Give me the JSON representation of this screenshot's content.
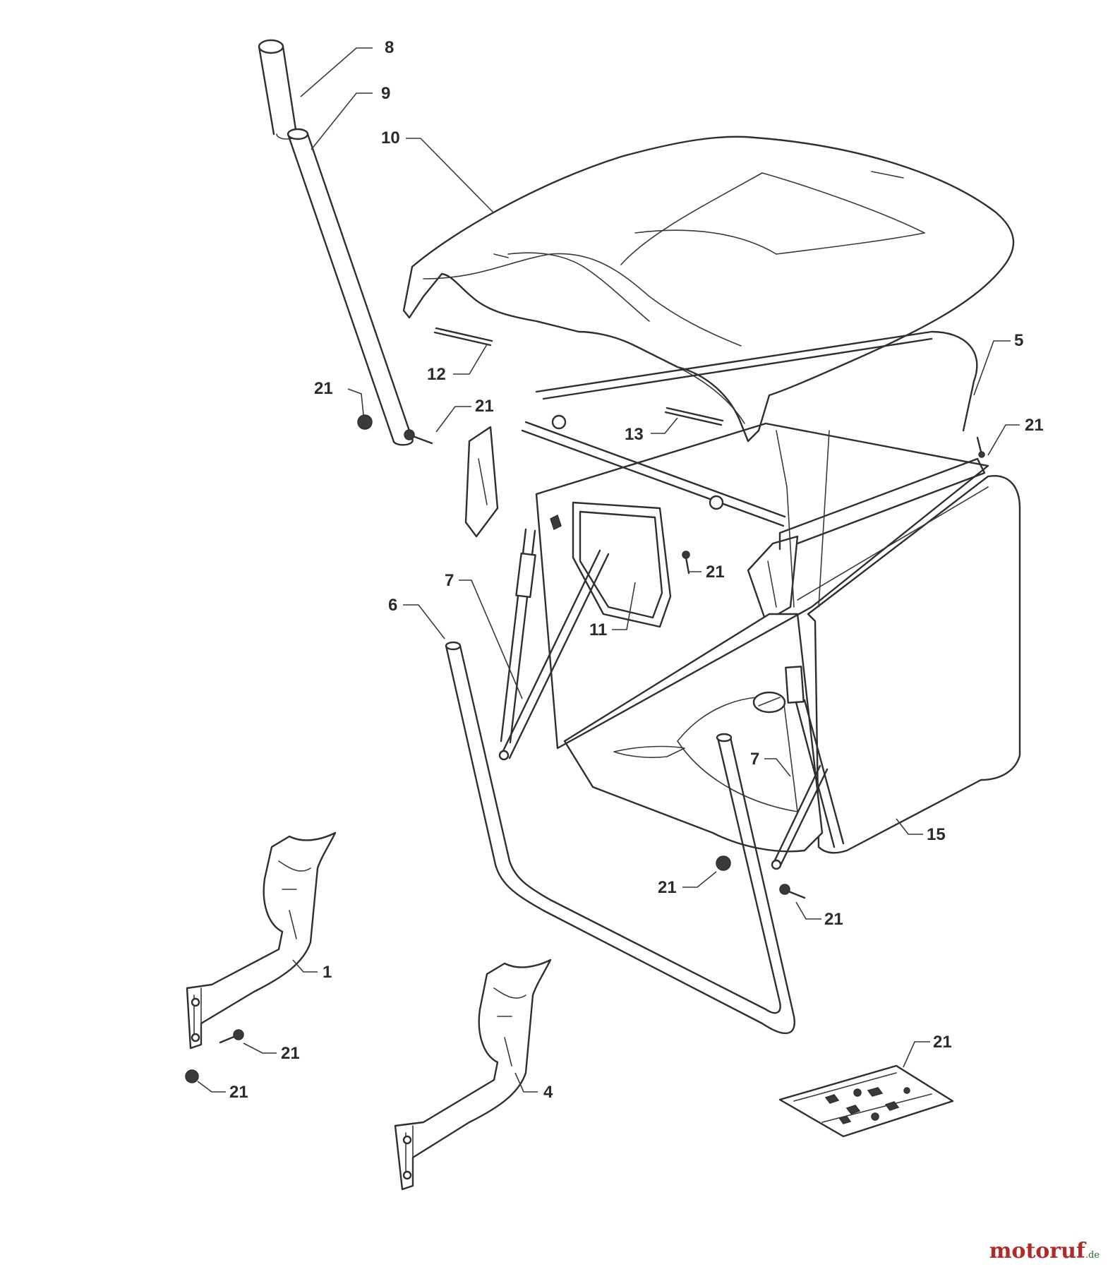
{
  "callouts": [
    {
      "id": "8",
      "text": "8"
    },
    {
      "id": "9",
      "text": "9"
    },
    {
      "id": "10",
      "text": "10"
    },
    {
      "id": "12",
      "text": "12"
    },
    {
      "id": "5",
      "text": "5"
    },
    {
      "id": "21",
      "text": "21"
    },
    {
      "id": "13",
      "text": "13"
    },
    {
      "id": "7",
      "text": "7"
    },
    {
      "id": "6",
      "text": "6"
    },
    {
      "id": "11",
      "text": "11"
    },
    {
      "id": "15",
      "text": "15"
    },
    {
      "id": "1",
      "text": "1"
    },
    {
      "id": "4",
      "text": "4"
    }
  ],
  "watermark": {
    "main": "motoruf",
    "suffix": ".de"
  }
}
